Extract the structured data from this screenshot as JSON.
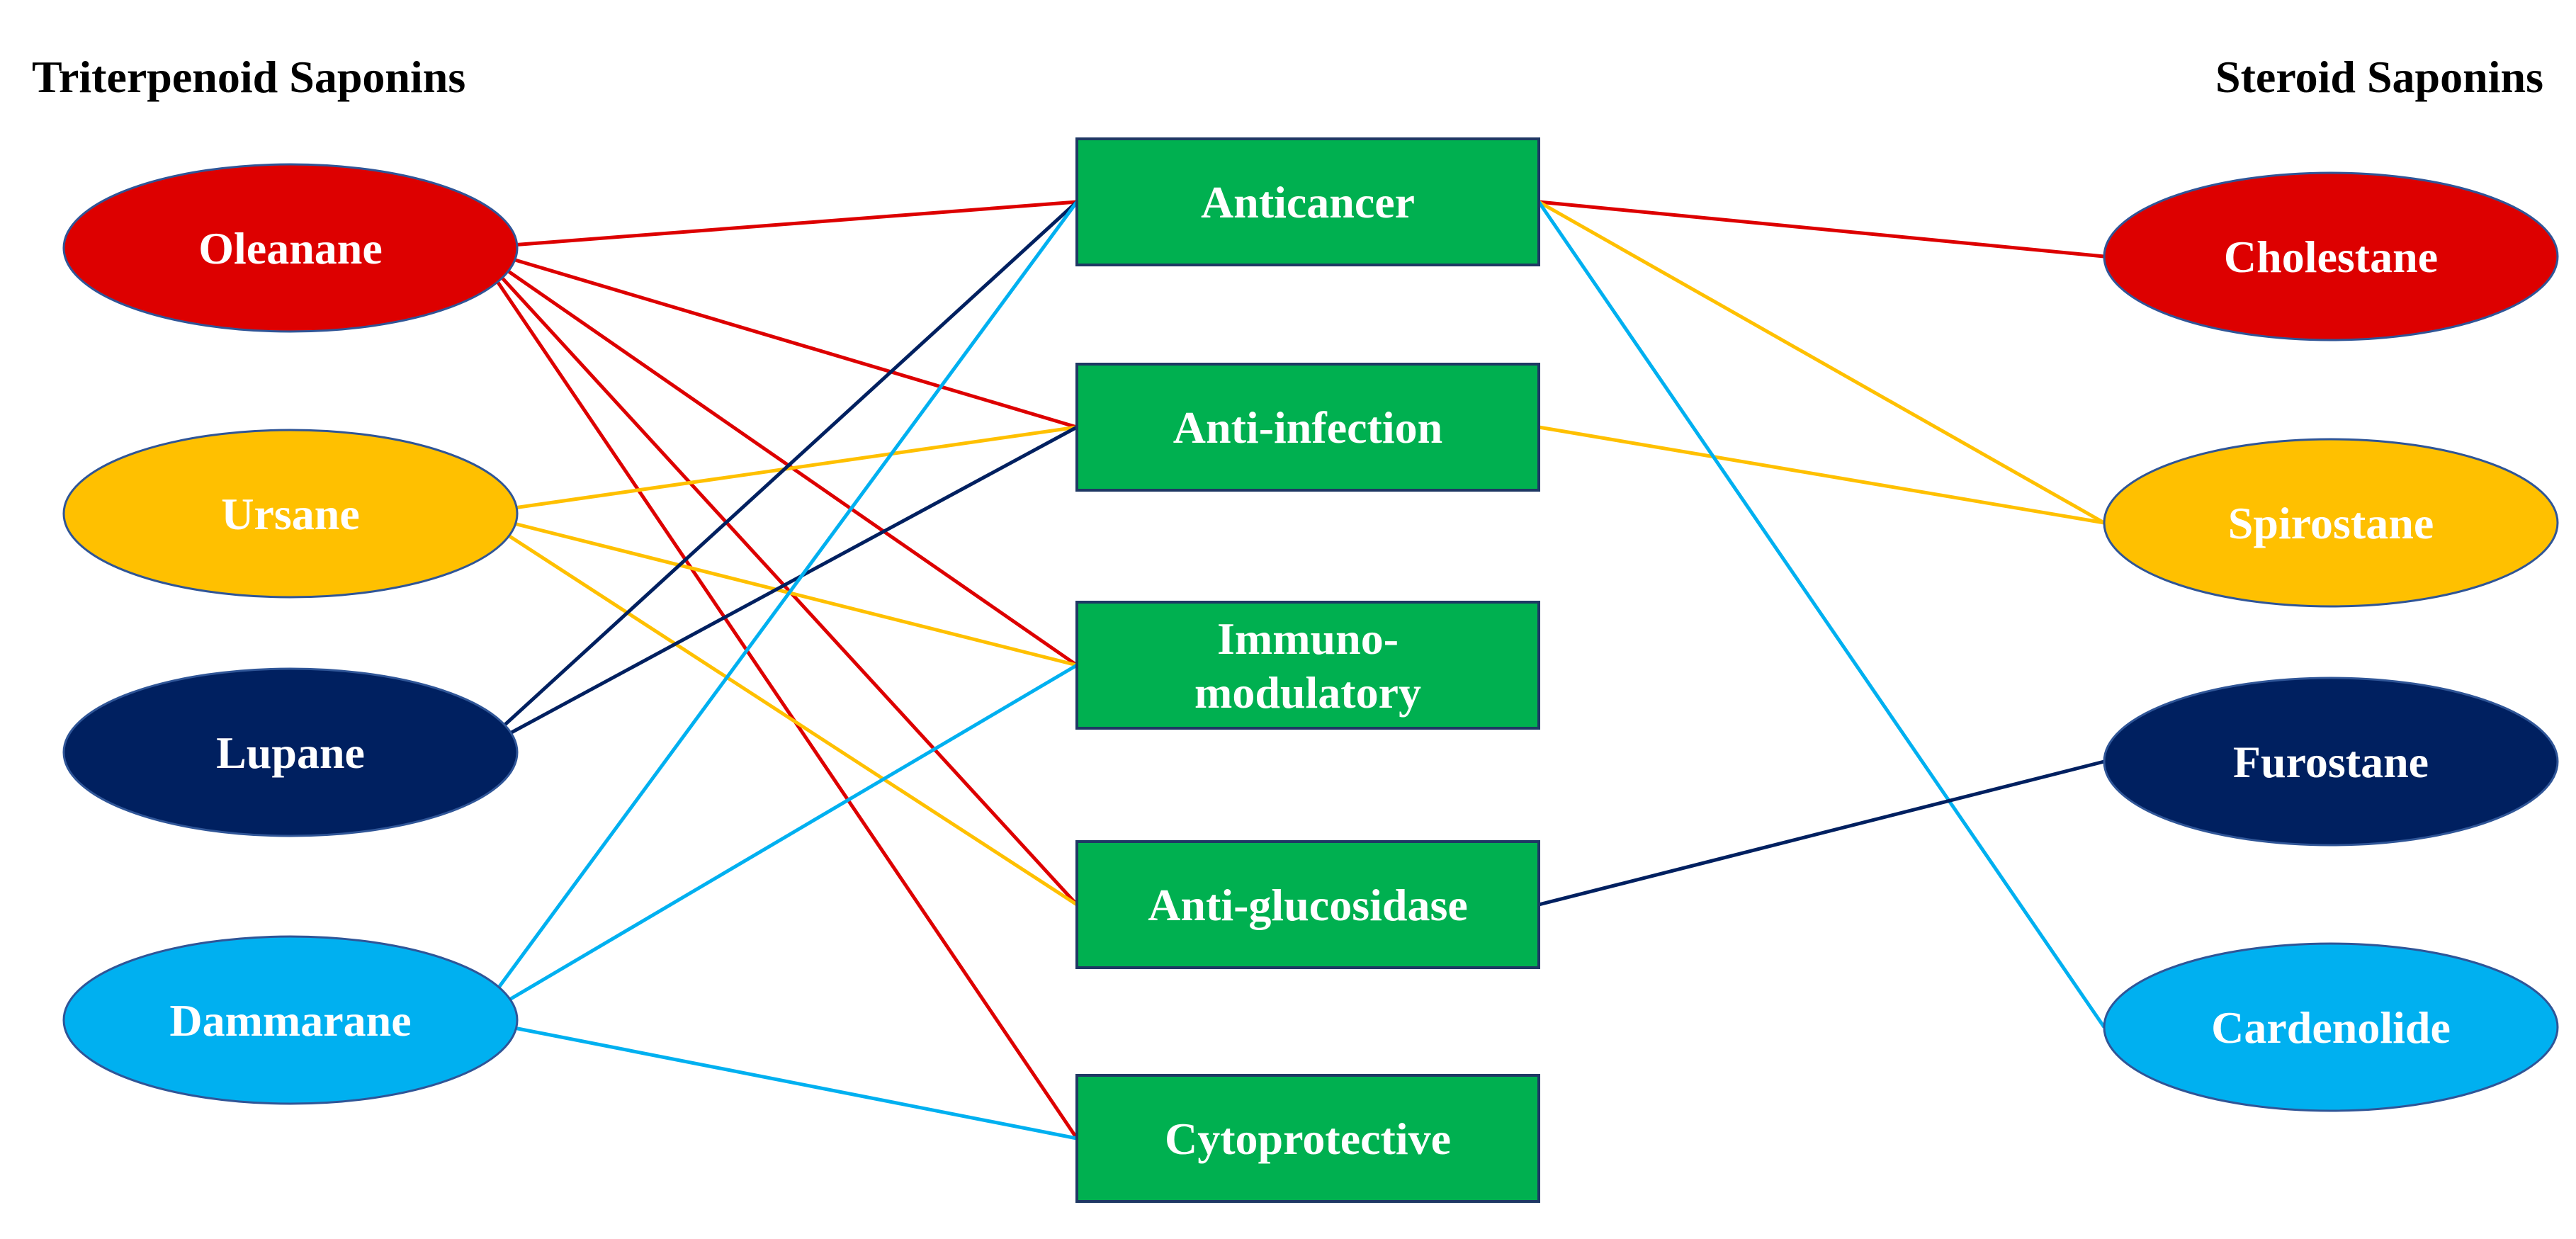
{
  "titles": {
    "left": "Triterpenoid Saponins",
    "right": "Steroid Saponins"
  },
  "colors": {
    "red": "#dd0000",
    "yellow": "#ffc000",
    "navy": "#002060",
    "cyan": "#00b0f0",
    "green": "#00b050",
    "box_border": "#1f3864",
    "ellipse_border": "#2f5597"
  },
  "triterpenoids": [
    {
      "id": "oleanane",
      "label": "Oleanane",
      "color": "red"
    },
    {
      "id": "ursane",
      "label": "Ursane",
      "color": "yellow"
    },
    {
      "id": "lupane",
      "label": "Lupane",
      "color": "navy"
    },
    {
      "id": "dammarane",
      "label": "Dammarane",
      "color": "cyan"
    }
  ],
  "steroids": [
    {
      "id": "cholestane",
      "label": "Cholestane",
      "color": "red"
    },
    {
      "id": "spirostane",
      "label": "Spirostane",
      "color": "yellow"
    },
    {
      "id": "furostane",
      "label": "Furostane",
      "color": "navy"
    },
    {
      "id": "cardenolide",
      "label": "Cardenolide",
      "color": "cyan"
    }
  ],
  "activities": [
    {
      "id": "anticancer",
      "lines": [
        "Anticancer"
      ]
    },
    {
      "id": "anti-infection",
      "lines": [
        "Anti-infection"
      ]
    },
    {
      "id": "immunomodulatory",
      "lines": [
        "Immuno-",
        "modulatory"
      ]
    },
    {
      "id": "anti-glucosidase",
      "lines": [
        "Anti-glucosidase"
      ]
    },
    {
      "id": "cytoprotective",
      "lines": [
        "Cytoprotective"
      ]
    }
  ],
  "links": [
    {
      "from": "oleanane",
      "to": "anticancer",
      "color": "red"
    },
    {
      "from": "oleanane",
      "to": "anti-infection",
      "color": "red"
    },
    {
      "from": "oleanane",
      "to": "immunomodulatory",
      "color": "red"
    },
    {
      "from": "oleanane",
      "to": "anti-glucosidase",
      "color": "red"
    },
    {
      "from": "oleanane",
      "to": "cytoprotective",
      "color": "red"
    },
    {
      "from": "ursane",
      "to": "anti-infection",
      "color": "yellow"
    },
    {
      "from": "ursane",
      "to": "immunomodulatory",
      "color": "yellow"
    },
    {
      "from": "ursane",
      "to": "anti-glucosidase",
      "color": "yellow"
    },
    {
      "from": "lupane",
      "to": "anticancer",
      "color": "navy"
    },
    {
      "from": "lupane",
      "to": "anti-infection",
      "color": "navy"
    },
    {
      "from": "dammarane",
      "to": "anticancer",
      "color": "cyan"
    },
    {
      "from": "dammarane",
      "to": "immunomodulatory",
      "color": "cyan"
    },
    {
      "from": "dammarane",
      "to": "cytoprotective",
      "color": "cyan"
    },
    {
      "from": "anticancer",
      "to": "cholestane",
      "color": "red"
    },
    {
      "from": "anticancer",
      "to": "spirostane",
      "color": "yellow"
    },
    {
      "from": "anti-infection",
      "to": "spirostane",
      "color": "yellow"
    },
    {
      "from": "anticancer",
      "to": "cardenolide",
      "color": "cyan"
    },
    {
      "from": "anti-glucosidase",
      "to": "furostane",
      "color": "navy"
    }
  ]
}
